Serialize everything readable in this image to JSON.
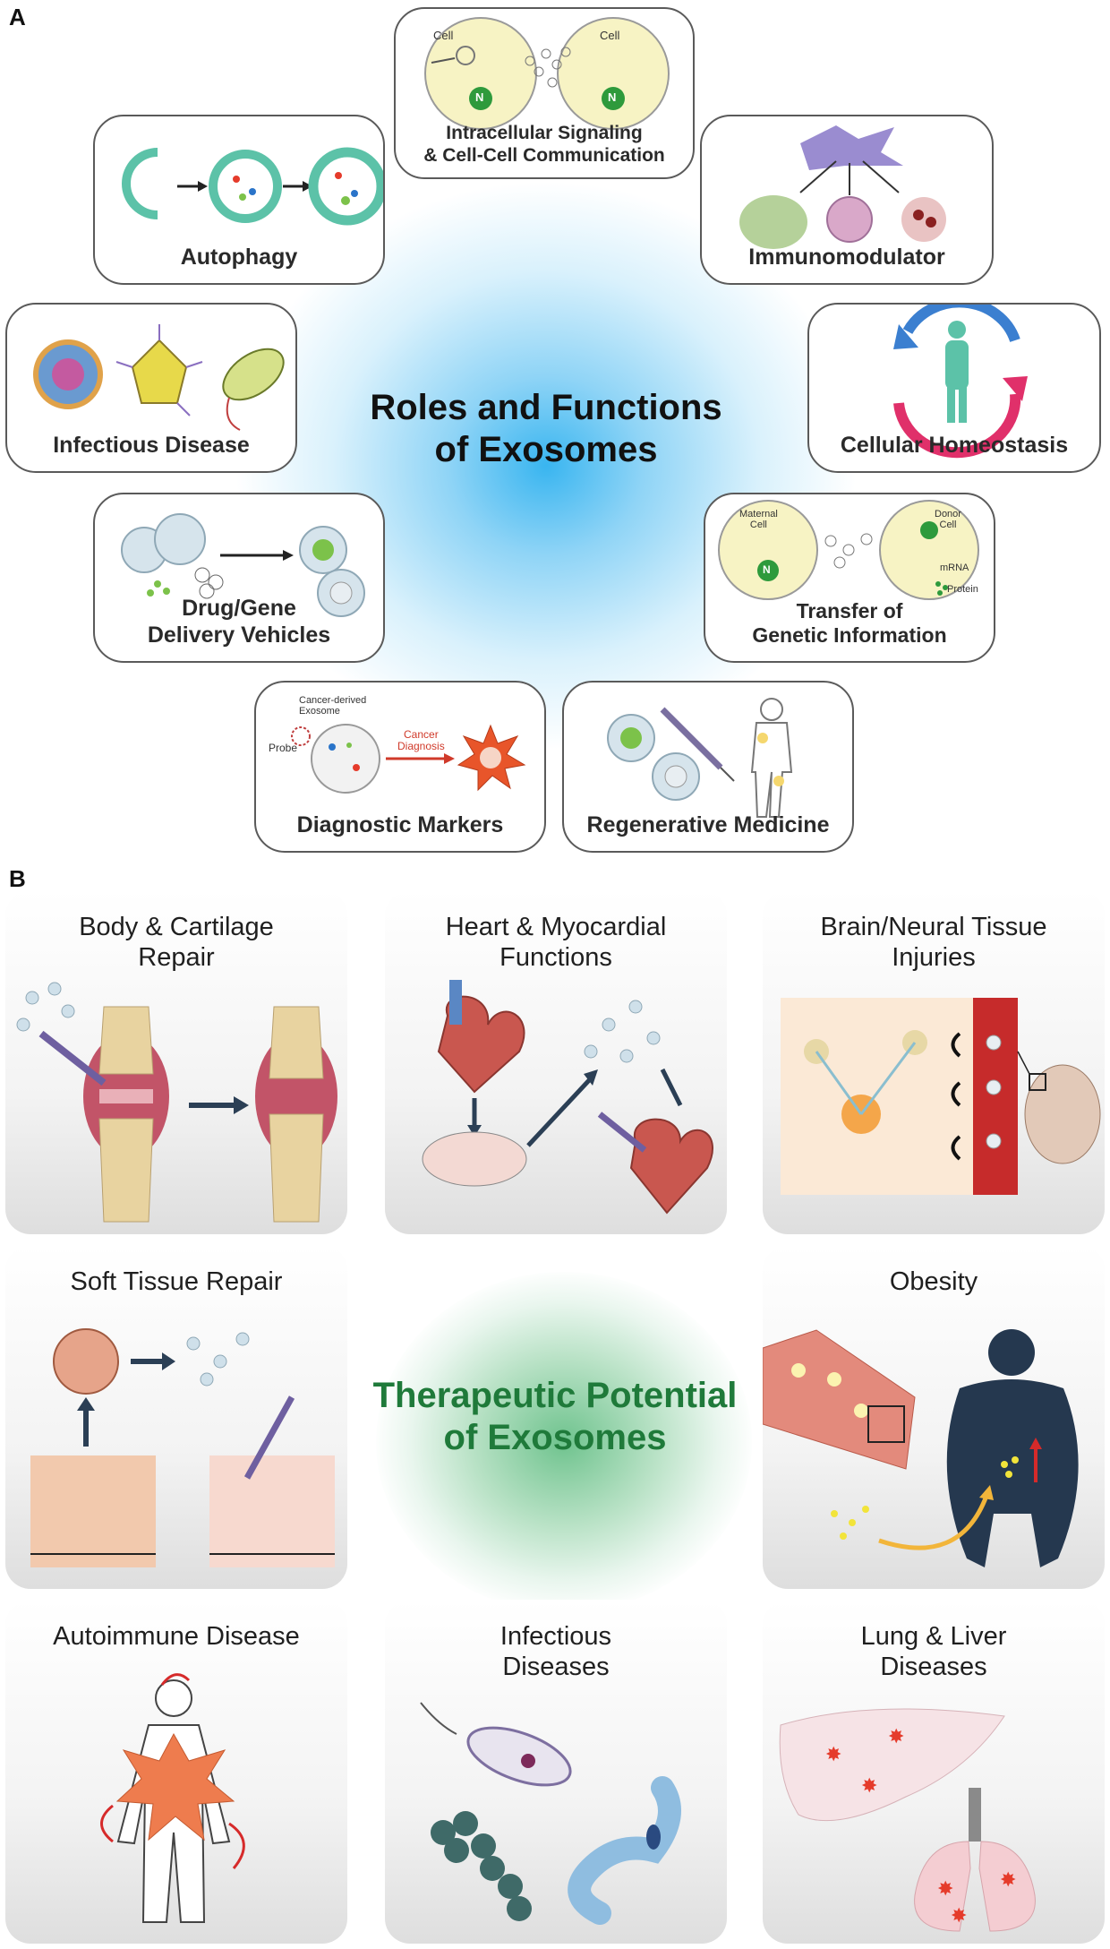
{
  "panel_a": {
    "letter": "A",
    "center_title_line1": "Roles and Functions",
    "center_title_line2": "of Exosomes",
    "boxes": {
      "signaling": {
        "line1": "Intracellular Signaling",
        "line2": "& Cell-Cell Communication",
        "cell_label": "Cell",
        "nucleus_label": "N"
      },
      "autophagy": {
        "line1": "Autophagy"
      },
      "immuno": {
        "line1": "Immunomodulator"
      },
      "infectious": {
        "line1": "Infectious Disease"
      },
      "homeostasis": {
        "line1": "Cellular Homeostasis"
      },
      "drug": {
        "line1": "Drug/Gene",
        "line2": "Delivery Vehicles"
      },
      "transfer": {
        "line1": "Transfer of",
        "line2": "Genetic Information",
        "maternal": "Maternal",
        "cell_word": "Cell",
        "donor": "Donor",
        "mrna": "mRNA",
        "protein": "Protein",
        "nucleus_label": "N"
      },
      "diagnostic": {
        "line1": "Diagnostic Markers",
        "cancer_derived": "Cancer-derived",
        "exosome": "Exosome",
        "probe": "Probe",
        "cancer": "Cancer",
        "diagnosis": "Diagnosis"
      },
      "regenerative": {
        "line1": "Regenerative Medicine"
      }
    }
  },
  "panel_b": {
    "letter": "B",
    "center_title_line1": "Therapeutic Potential",
    "center_title_line2": "of Exosomes",
    "tiles": {
      "body": {
        "line1": "Body & Cartilage",
        "line2": "Repair"
      },
      "heart": {
        "line1": "Heart & Myocardial",
        "line2": "Functions"
      },
      "brain": {
        "line1": "Brain/Neural Tissue",
        "line2": "Injuries"
      },
      "soft": {
        "line1": "Soft Tissue Repair"
      },
      "obesity": {
        "line1": "Obesity"
      },
      "autoimmune": {
        "line1": "Autoimmune Disease"
      },
      "infectious": {
        "line1": "Infectious",
        "line2": "Diseases"
      },
      "lung": {
        "line1": "Lung & Liver",
        "line2": "Diseases"
      }
    }
  },
  "colors": {
    "box_border": "#5a5a5a",
    "panel_a_title": "#111111",
    "panel_b_title": "#1f7a3a",
    "glow_blue": "#39b5f0",
    "glow_green": "#6fc38e",
    "teal": "#5cc2a8",
    "arrow_dark": "#2b3f55",
    "red_mark": "#e53b2b"
  }
}
